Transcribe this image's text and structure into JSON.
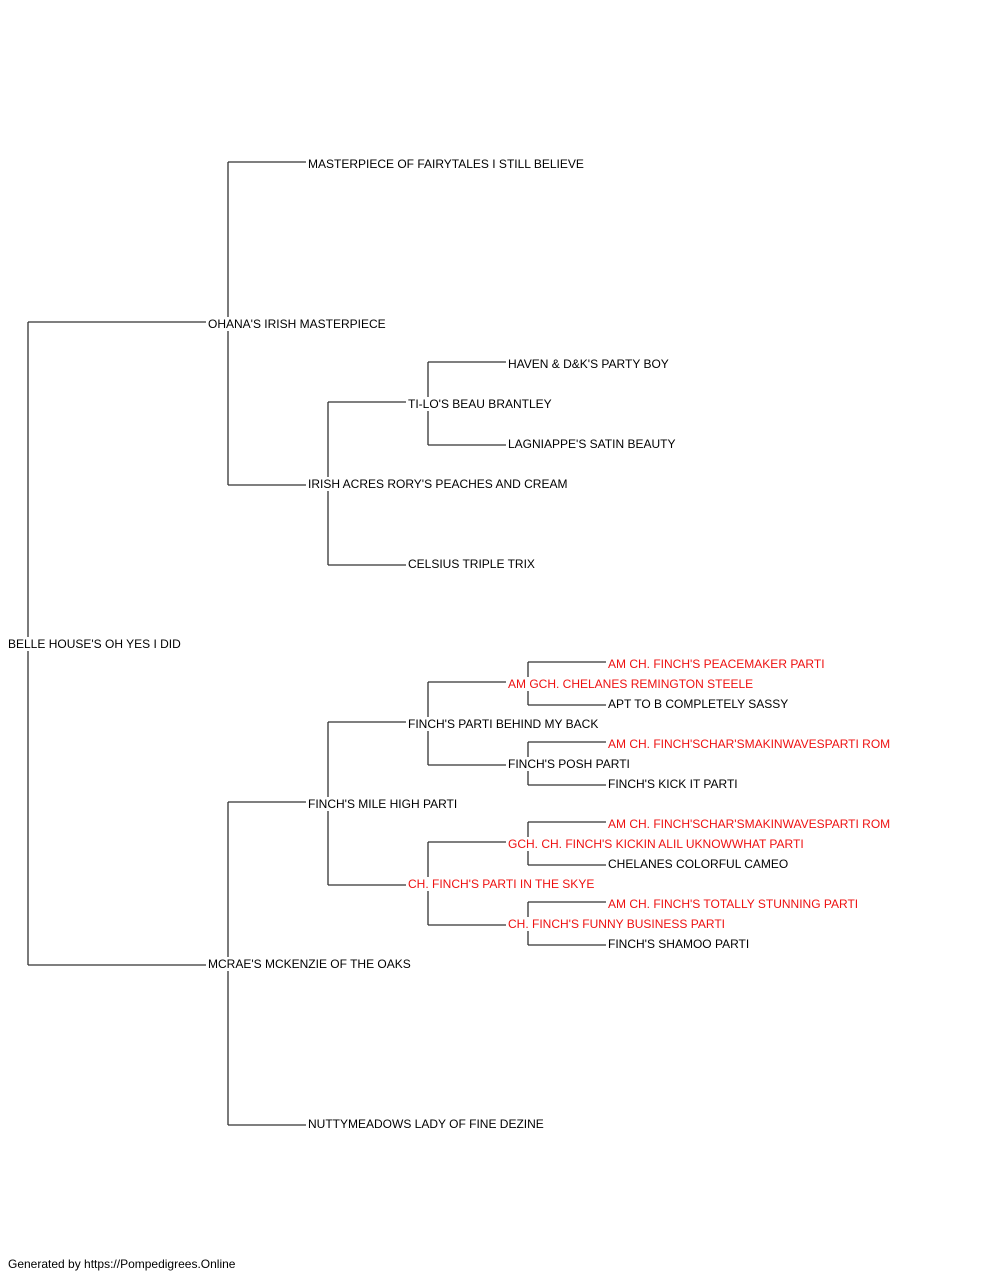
{
  "colors": {
    "line": "#333333",
    "normal": "#000000",
    "highlight": "#ee1111"
  },
  "pedigree": {
    "subject": "BELLE HOUSE'S OH YES I DID",
    "sire": "OHANA'S IRISH MASTERPIECE",
    "sire_sire": "MASTERPIECE OF FAIRYTALES I STILL BELIEVE",
    "sire_dam": "IRISH ACRES RORY'S PEACHES AND CREAM",
    "sire_dam_sire": "TI-LO'S BEAU BRANTLEY",
    "sire_dam_sire_sire": "HAVEN & D&K'S PARTY BOY",
    "sire_dam_sire_dam": "LAGNIAPPE'S SATIN BEAUTY",
    "sire_dam_dam": "CELSIUS TRIPLE TRIX",
    "dam": "MCRAE'S MCKENZIE OF THE OAKS",
    "dam_sire": "FINCH'S MILE HIGH PARTI",
    "dam_sire_sire": "FINCH'S PARTI BEHIND MY BACK",
    "dam_sire_sire_sire": "AM GCH. CHELANES REMINGTON STEELE",
    "dam_sire_sire_sire_sire": "AM CH. FINCH'S PEACEMAKER PARTI",
    "dam_sire_sire_sire_dam": "APT TO B COMPLETELY SASSY",
    "dam_sire_sire_dam": "FINCH'S POSH PARTI",
    "dam_sire_sire_dam_sire": "AM CH. FINCH'SCHAR'SMAKINWAVESPARTI ROM",
    "dam_sire_sire_dam_dam": "FINCH'S KICK IT PARTI",
    "dam_sire_dam": "CH. FINCH'S PARTI IN THE SKYE",
    "dam_sire_dam_sire": "GCH. CH. FINCH'S KICKIN ALIL UKNOWWHAT PARTI",
    "dam_sire_dam_sire_sire": "AM CH. FINCH'SCHAR'SMAKINWAVESPARTI ROM",
    "dam_sire_dam_sire_dam": "CHELANES COLORFUL CAMEO",
    "dam_sire_dam_dam": "CH. FINCH'S FUNNY BUSINESS PARTI",
    "dam_sire_dam_dam_sire": "AM CH. FINCH'S TOTALLY STUNNING PARTI",
    "dam_sire_dam_dam_dam": "FINCH'S SHAMOO PARTI",
    "dam_dam": "NUTTYMEADOWS LADY OF FINE DEZINE"
  },
  "footer": "Generated by https://Pompedigrees.Online"
}
